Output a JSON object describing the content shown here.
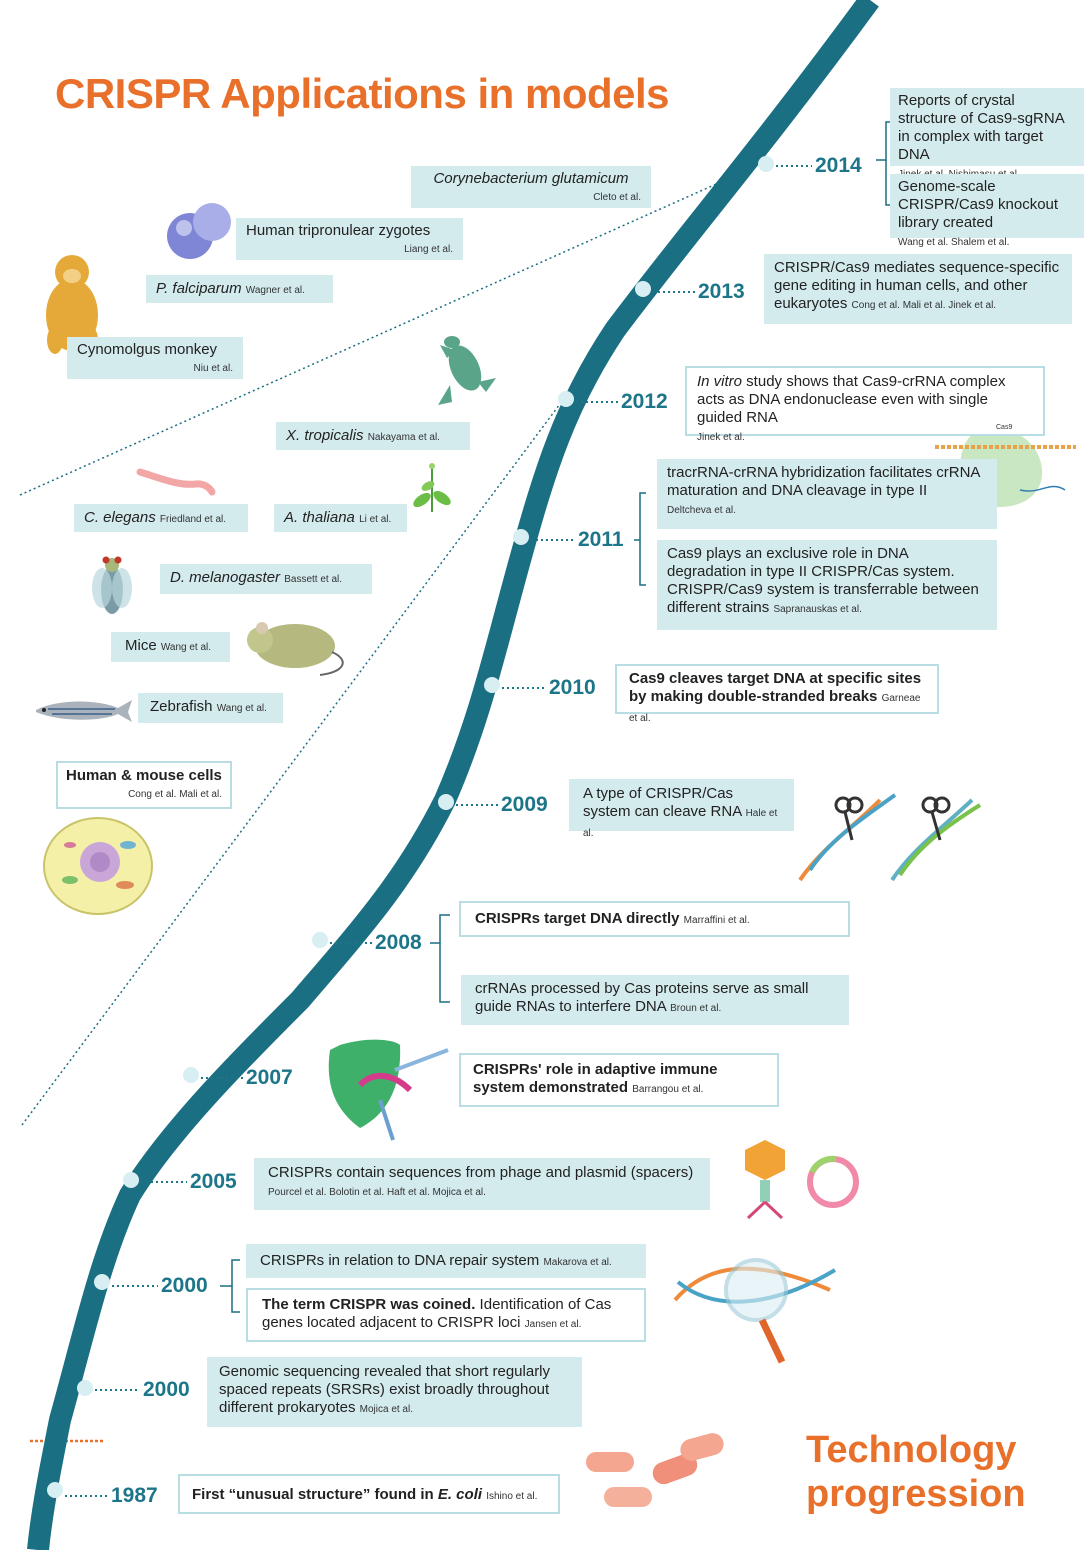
{
  "title": "CRISPR Applications in models",
  "footer_title_line1": "Technology",
  "footer_title_line2": "progression",
  "models": {
    "corynebacterium": {
      "name": "Corynebacterium glutamicum",
      "cite": "Cleto et al."
    },
    "zygotes": {
      "name": "Human tripronulear zygotes",
      "cite": "Liang et al."
    },
    "falciparum": {
      "name": "P. falciparum",
      "cite": "Wagner et al."
    },
    "monkey": {
      "name": "Cynomolgus monkey",
      "cite": "Niu et al."
    },
    "tropicalis": {
      "name": "X. tropicalis",
      "cite": "Nakayama et al."
    },
    "elegans": {
      "name": "C. elegans",
      "cite": "Friedland et al."
    },
    "thaliana": {
      "name": "A. thaliana",
      "cite": "Li et al."
    },
    "melanogaster": {
      "name": "D. melanogaster",
      "cite": "Bassett et al."
    },
    "mice": {
      "name": "Mice",
      "cite": "Wang et al."
    },
    "zebrafish": {
      "name": "Zebrafish",
      "cite": "Wang et al."
    },
    "human_mouse": {
      "name": "Human & mouse cells",
      "cite": "Cong et al. Mali et al."
    }
  },
  "cas9_label": "Cas9",
  "years": {
    "y2014": "2014",
    "y2013": "2013",
    "y2012": "2012",
    "y2011": "2011",
    "y2010": "2010",
    "y2009": "2009",
    "y2008": "2008",
    "y2007": "2007",
    "y2005": "2005",
    "y2000a": "2000",
    "y2000b": "2000",
    "y1987": "1987"
  },
  "events": {
    "e2014a": {
      "text": "Reports of crystal structure of Cas9-sgRNA in complex with target DNA",
      "cite": "Jinek et al. Nishimasu et al."
    },
    "e2014b": {
      "text": "Genome-scale CRISPR/Cas9 knockout library created",
      "cite": "Wang et al. Shalem et al."
    },
    "e2013": {
      "text": "CRISPR/Cas9 mediates sequence-specific gene editing in human cells, and other eukaryotes",
      "cite": "Cong et al. Mali et al. Jinek et al."
    },
    "e2012": {
      "italic": "In vitro",
      "text": " study shows that Cas9-crRNA complex acts as DNA endonuclease even with single guided RNA",
      "cite": "Jinek et al."
    },
    "e2011a": {
      "text": "tracrRNA-crRNA hybridization facilitates crRNA maturation and DNA cleavage in type II",
      "cite": "Deltcheva et al."
    },
    "e2011b": {
      "text": "Cas9 plays an exclusive role in DNA degradation in type II CRISPR/Cas system. CRISPR/Cas9 system is transferrable between different strains",
      "cite": "Sapranauskas et al."
    },
    "e2010": {
      "text": "Cas9 cleaves target DNA at specific sites by making double-stranded breaks",
      "cite": "Garneae et al."
    },
    "e2009": {
      "text": "A type of CRISPR/Cas system can cleave RNA",
      "cite": "Hale et al."
    },
    "e2008a": {
      "text": "CRISPRs target DNA directly",
      "cite": "Marraffini et al."
    },
    "e2008b": {
      "text": "crRNAs processed by Cas proteins serve as small guide RNAs to interfere DNA",
      "cite": "Broun et al."
    },
    "e2007": {
      "text": "CRISPRs' role in adaptive immune system demonstrated",
      "cite": "Barrangou et al."
    },
    "e2005": {
      "text": "CRISPRs contain sequences from phage and plasmid (spacers)",
      "cite": "Pourcel et al. Bolotin et al. Haft et al. Mojica et al."
    },
    "e2000a": {
      "text": "CRISPRs in relation to DNA repair system",
      "cite": "Makarova et al."
    },
    "e2000b": {
      "bold": "The term CRISPR was coined.",
      "text": " Identification of Cas genes located adjacent to CRISPR loci",
      "cite": "Jansen et al."
    },
    "e2000c": {
      "text": "Genomic sequencing revealed that short regularly spaced repeats (SRSRs) exist broadly throughout different prokaryotes",
      "cite": "Mojica et al."
    },
    "e1987": {
      "text_before": "First “unusual structure” found in ",
      "italic": "E. coli",
      "cite": "Ishino et al."
    }
  }
}
